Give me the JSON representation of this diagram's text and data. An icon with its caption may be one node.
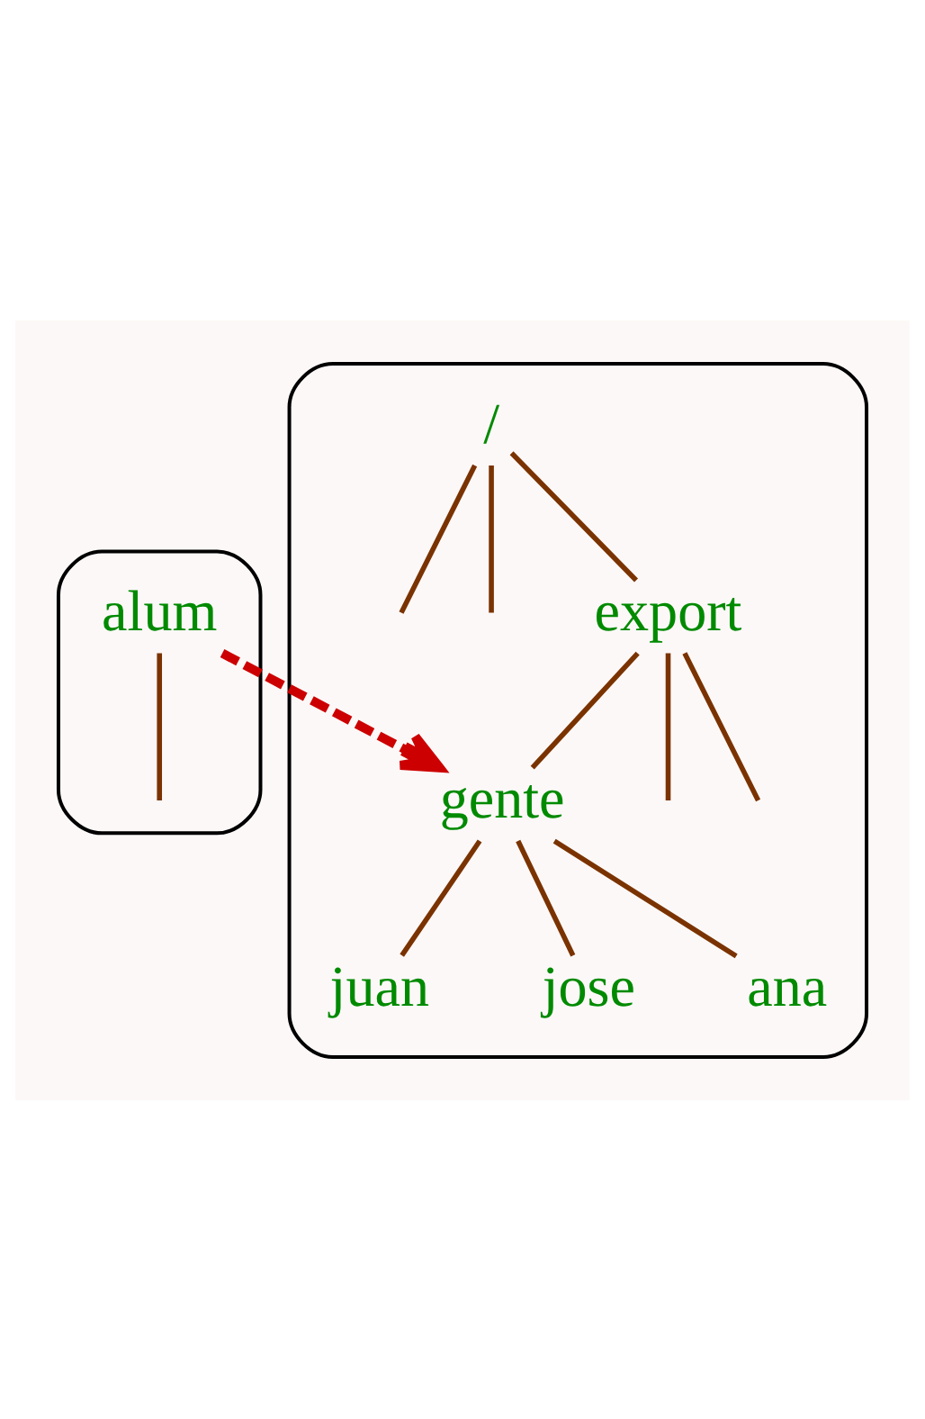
{
  "diagram": {
    "nodes": [
      {
        "text": [],
        "shape": "cloud"
      },
      {
        "text": [
          "/"
        ],
        "in": 0
      },
      {
        "text": [
          "export"
        ],
        "in": 0
      },
      {
        "text": [
          "gente"
        ],
        "in": 0
      },
      {
        "text": [
          "juan"
        ],
        "in": 0
      },
      {
        "text": [
          "jose"
        ],
        "in": 0
      },
      {
        "text": [
          "ana"
        ],
        "in": 0
      },
      {
        "text": [],
        "shape": "cloud"
      },
      {
        "text": [
          "alum"
        ],
        "in": 7
      }
    ],
    "edges": [
      {
        "from": 1,
        "to": null,
        "arrow": "none"
      },
      {
        "from": 1,
        "to": 2,
        "arrow": "none"
      },
      {
        "from": 1,
        "to": null,
        "arrow": "none"
      },
      {
        "from": 2,
        "to": null,
        "arrow": "none"
      },
      {
        "from": 2,
        "to": 3,
        "arrow": "none"
      },
      {
        "from": 2,
        "to": null,
        "arrow": "none"
      },
      {
        "from": 3,
        "to": 4,
        "arrow": "none"
      },
      {
        "from": 3,
        "to": 5,
        "arrow": "none"
      },
      {
        "from": 3,
        "to": 6,
        "arrow": "none"
      },
      {
        "from": 8,
        "to": null,
        "arrow": "none"
      },
      {
        "from": 8,
        "to": 3,
        "arrow": "to",
        "style": "dashed",
        "color": "#cc0000"
      }
    ]
  }
}
